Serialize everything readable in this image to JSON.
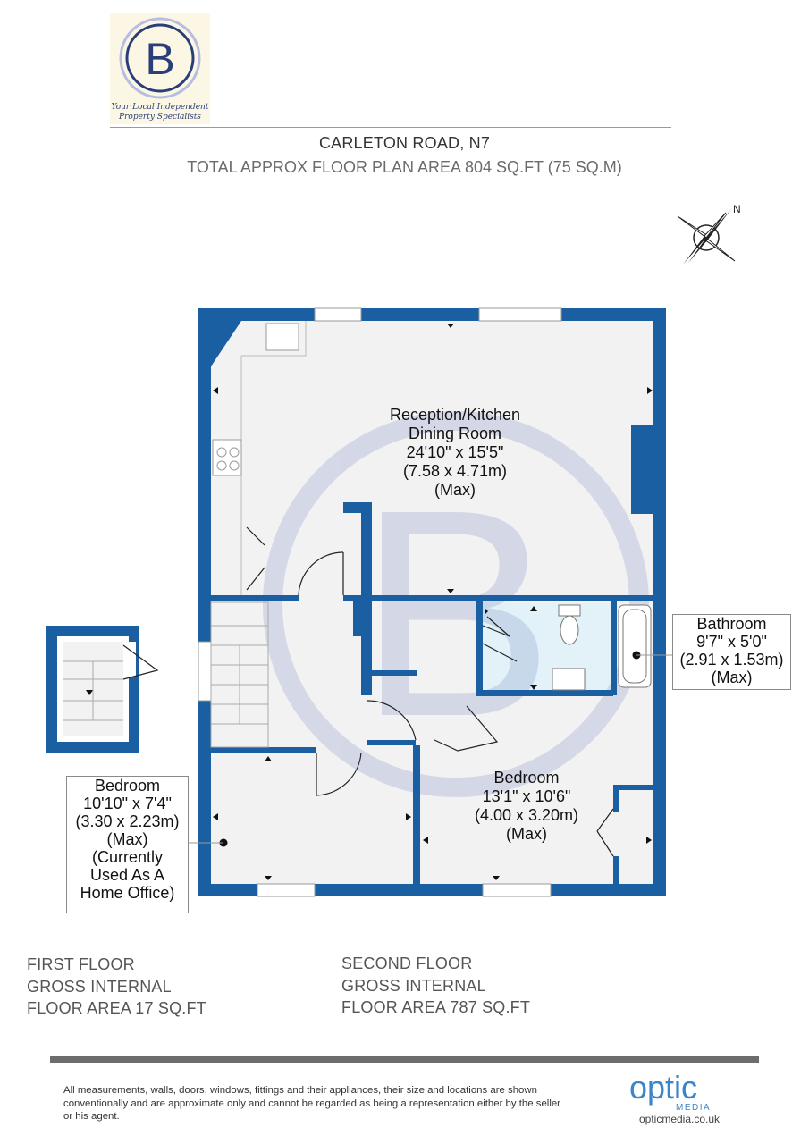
{
  "logo": {
    "letter": "B",
    "tagline_line1": "Your Local Independent",
    "tagline_line2": "Property Specialists",
    "accent_color": "#2a3f7a"
  },
  "header": {
    "address": "CARLETON ROAD, N7",
    "total_area": "TOTAL APPROX FLOOR PLAN AREA 804 SQ.FT (75 SQ.M)"
  },
  "compass": {
    "north_label": "N"
  },
  "rooms": {
    "reception": {
      "name_line1": "Reception/Kitchen",
      "name_line2": "Dining Room",
      "imperial": "24'10\" x 15'5\"",
      "metric": "(7.58 x 4.71m)",
      "note": "(Max)"
    },
    "bathroom": {
      "name": "Bathroom",
      "imperial": "9'7\" x 5'0\"",
      "metric": "(2.91 x 1.53m)",
      "note": "(Max)"
    },
    "bedroom_main": {
      "name": "Bedroom",
      "imperial": "13'1\" x 10'6\"",
      "metric": "(4.00 x 3.20m)",
      "note": "(Max)"
    },
    "bedroom_small": {
      "name": "Bedroom",
      "imperial": "10'10\" x 7'4\"",
      "metric": "(3.30 x 2.23m)",
      "note": "(Max)",
      "usage_line1": "(Currently",
      "usage_line2": "Used As A",
      "usage_line3": "Home Office)"
    }
  },
  "floors": {
    "first": {
      "line1": "FIRST FLOOR",
      "line2": "GROSS INTERNAL",
      "line3": "FLOOR AREA 17 SQ.FT"
    },
    "second": {
      "line1": "SECOND FLOOR",
      "line2": "GROSS INTERNAL",
      "line3": "FLOOR AREA 787 SQ.FT"
    }
  },
  "footer": {
    "disclaimer": "All measurements, walls, doors, windows, fittings and their appliances, their size and locations are shown conventionally and are approximate only and cannot be regarded as being a representation either by the seller or his agent.",
    "brand_word": "optic",
    "brand_sub": "MEDIA",
    "brand_url": "opticmedia.co.uk"
  },
  "colors": {
    "wall": "#1b5fa3",
    "bathroom_floor": "#e2f2f8",
    "room_floor": "#f2f2f2",
    "watermark": "#9aa6cf"
  }
}
